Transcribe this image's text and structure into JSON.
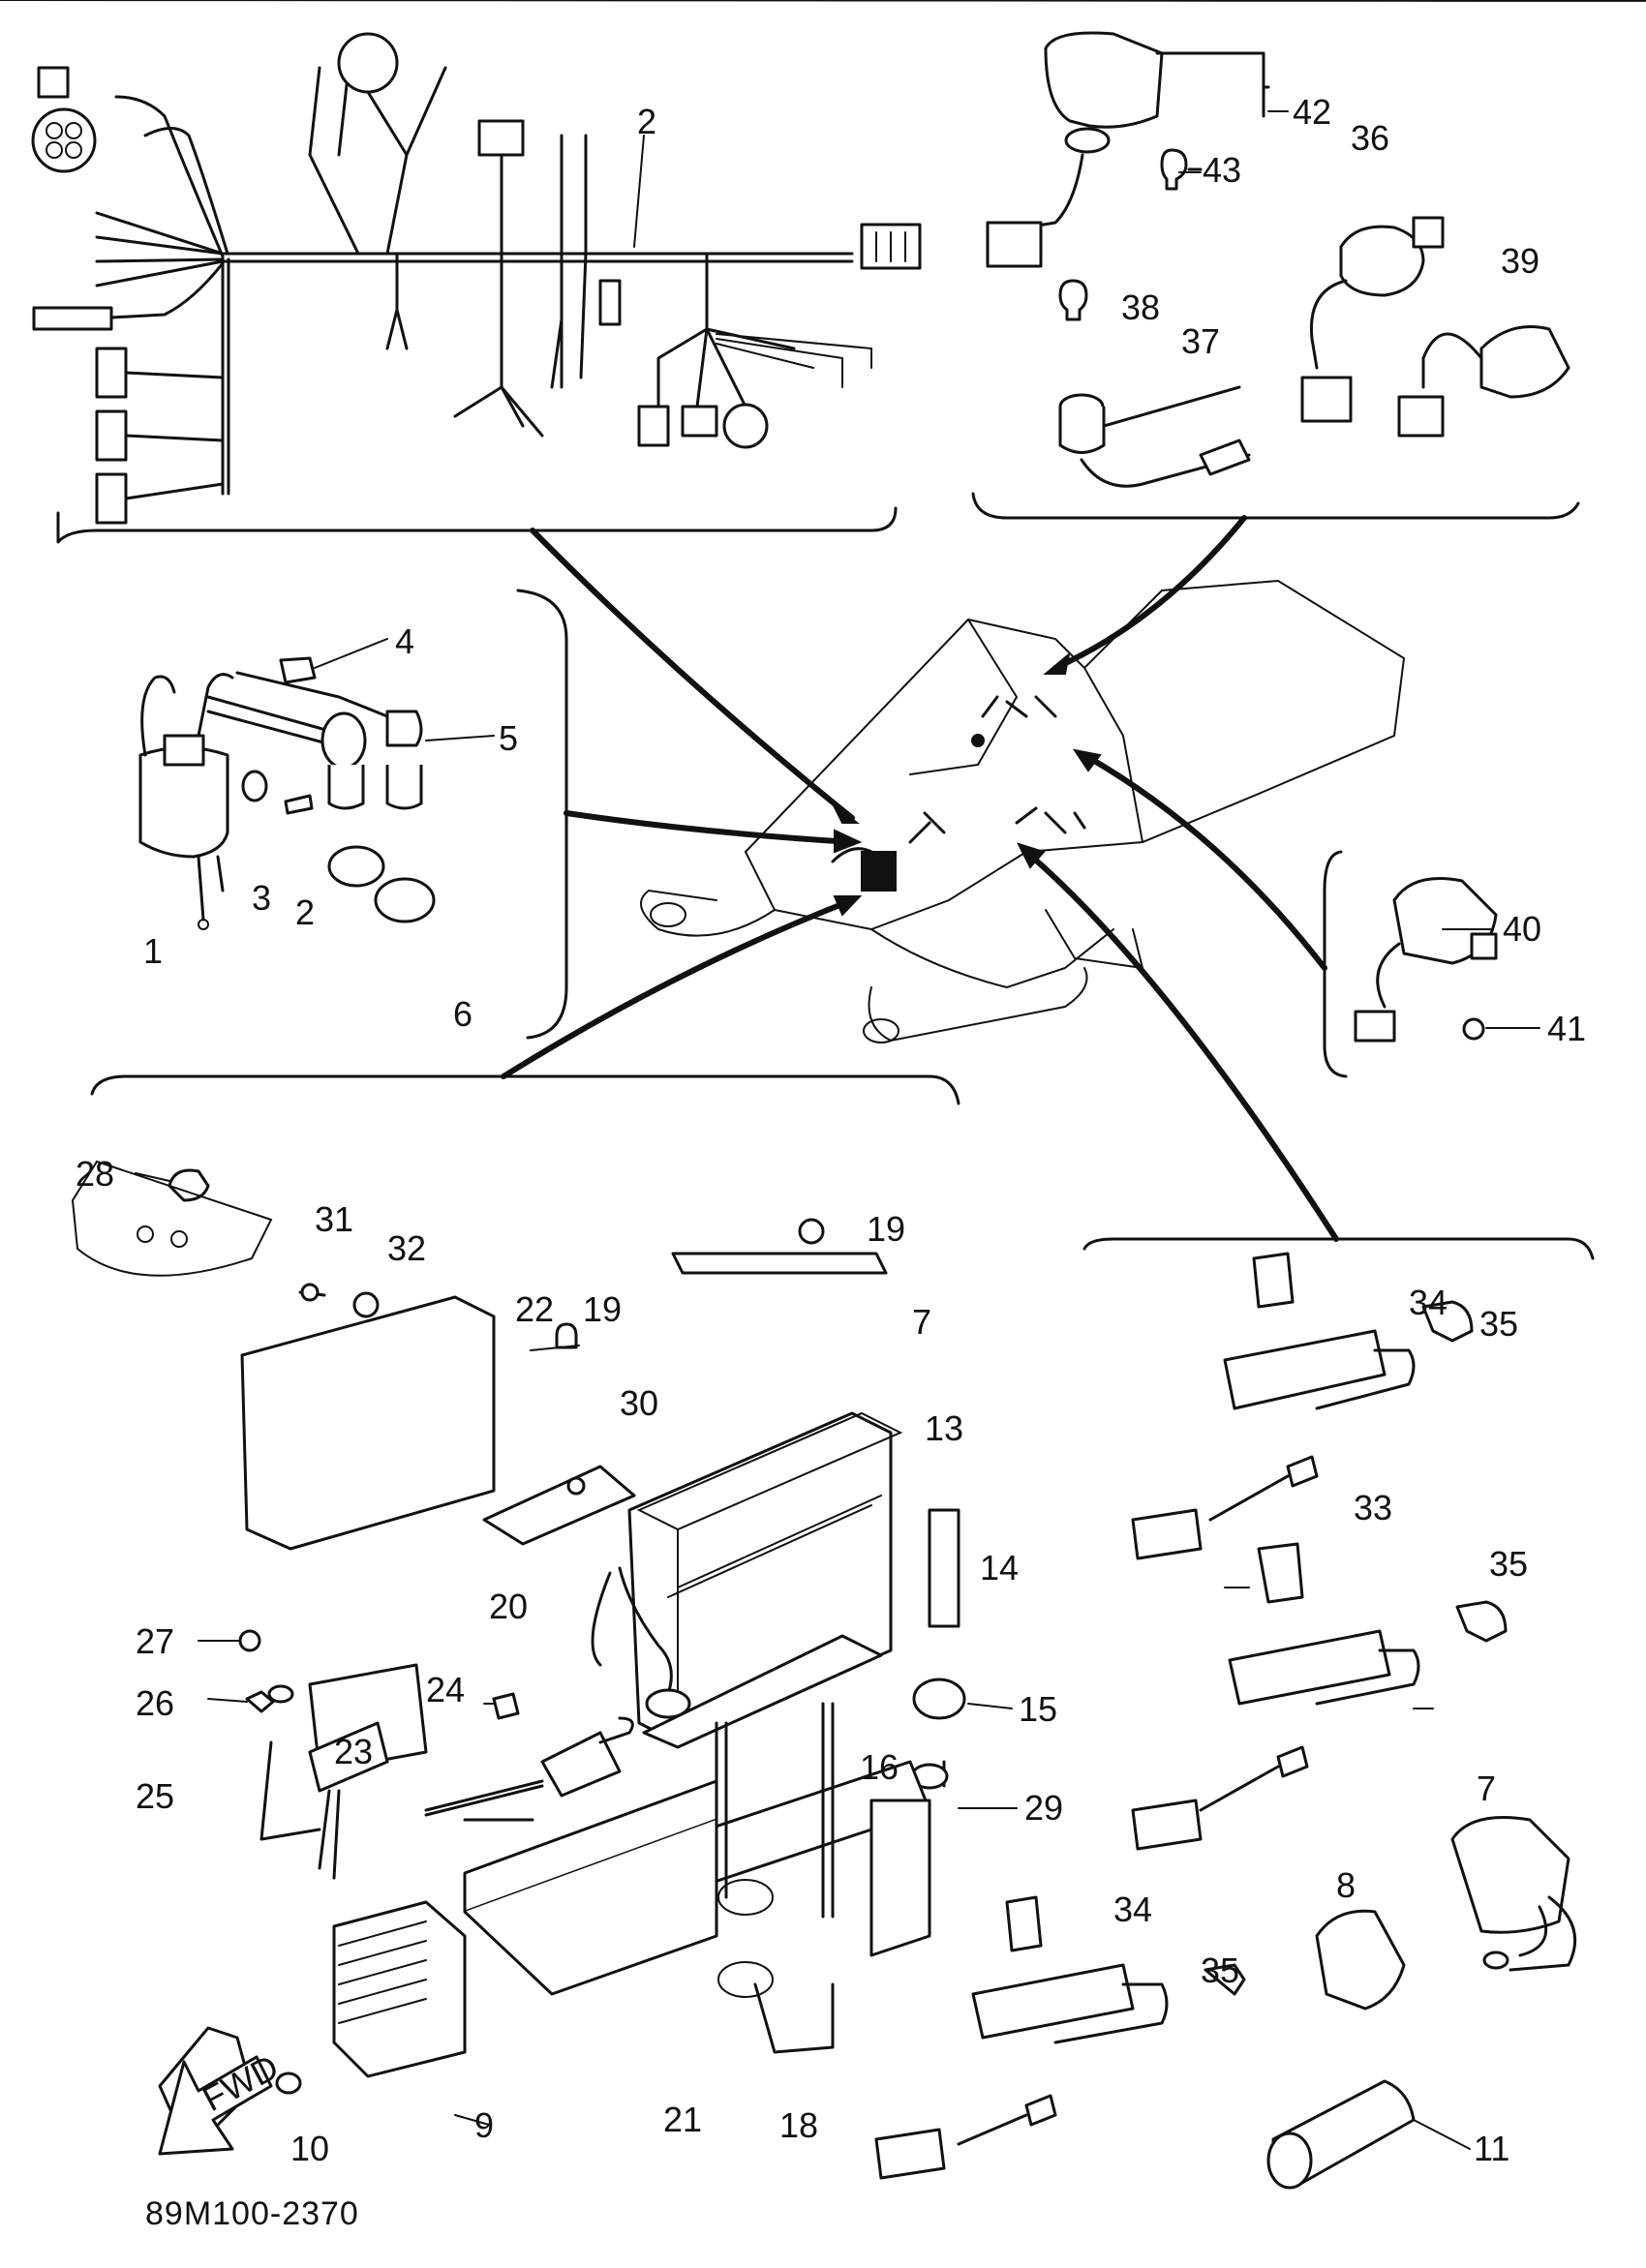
{
  "diagram": {
    "code": "89M100-2370",
    "fwd_label": "FWD",
    "callouts": [
      {
        "id": "c2a",
        "text": "2"
      },
      {
        "id": "c42",
        "text": "42"
      },
      {
        "id": "c43",
        "text": "43"
      },
      {
        "id": "c36",
        "text": "36"
      },
      {
        "id": "c39",
        "text": "39"
      },
      {
        "id": "c38",
        "text": "38"
      },
      {
        "id": "c37",
        "text": "37"
      },
      {
        "id": "c4",
        "text": "4"
      },
      {
        "id": "c5",
        "text": "5"
      },
      {
        "id": "c3",
        "text": "3"
      },
      {
        "id": "c2b",
        "text": "2"
      },
      {
        "id": "c1",
        "text": "1"
      },
      {
        "id": "c6",
        "text": "6"
      },
      {
        "id": "c40",
        "text": "40"
      },
      {
        "id": "c41",
        "text": "41"
      },
      {
        "id": "c28",
        "text": "28"
      },
      {
        "id": "c31",
        "text": "31"
      },
      {
        "id": "c32",
        "text": "32"
      },
      {
        "id": "c22",
        "text": "22"
      },
      {
        "id": "c19a",
        "text": "19"
      },
      {
        "id": "c19b",
        "text": "19"
      },
      {
        "id": "c7a",
        "text": "7"
      },
      {
        "id": "c30",
        "text": "30"
      },
      {
        "id": "c13",
        "text": "13"
      },
      {
        "id": "c14",
        "text": "14"
      },
      {
        "id": "c20",
        "text": "20"
      },
      {
        "id": "c27",
        "text": "27"
      },
      {
        "id": "c26",
        "text": "26"
      },
      {
        "id": "c24",
        "text": "24"
      },
      {
        "id": "c23",
        "text": "23"
      },
      {
        "id": "c25",
        "text": "25"
      },
      {
        "id": "c15",
        "text": "15"
      },
      {
        "id": "c16",
        "text": "16"
      },
      {
        "id": "c29",
        "text": "29"
      },
      {
        "id": "c34a",
        "text": "34"
      },
      {
        "id": "c35a",
        "text": "35"
      },
      {
        "id": "c33",
        "text": "33"
      },
      {
        "id": "c35b",
        "text": "35"
      },
      {
        "id": "c34b",
        "text": "34"
      },
      {
        "id": "c35c",
        "text": "35"
      },
      {
        "id": "c8",
        "text": "8"
      },
      {
        "id": "c7b",
        "text": "7"
      },
      {
        "id": "c9",
        "text": "9"
      },
      {
        "id": "c10",
        "text": "10"
      },
      {
        "id": "c21",
        "text": "21"
      },
      {
        "id": "c18",
        "text": "18"
      },
      {
        "id": "c11",
        "text": "11"
      }
    ]
  }
}
